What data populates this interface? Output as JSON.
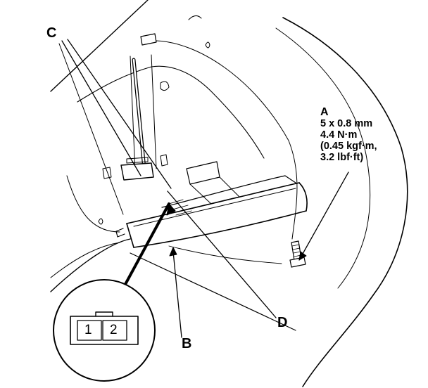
{
  "callouts": {
    "a": "A",
    "b": "B",
    "c": "C",
    "d": "D"
  },
  "spec_lines": [
    "5 x 0.8 mm",
    "4.4 N·m",
    "(0.45 kgf·m,",
    "3.2 lbf·ft)"
  ],
  "connector_pins": [
    "1",
    "2"
  ]
}
